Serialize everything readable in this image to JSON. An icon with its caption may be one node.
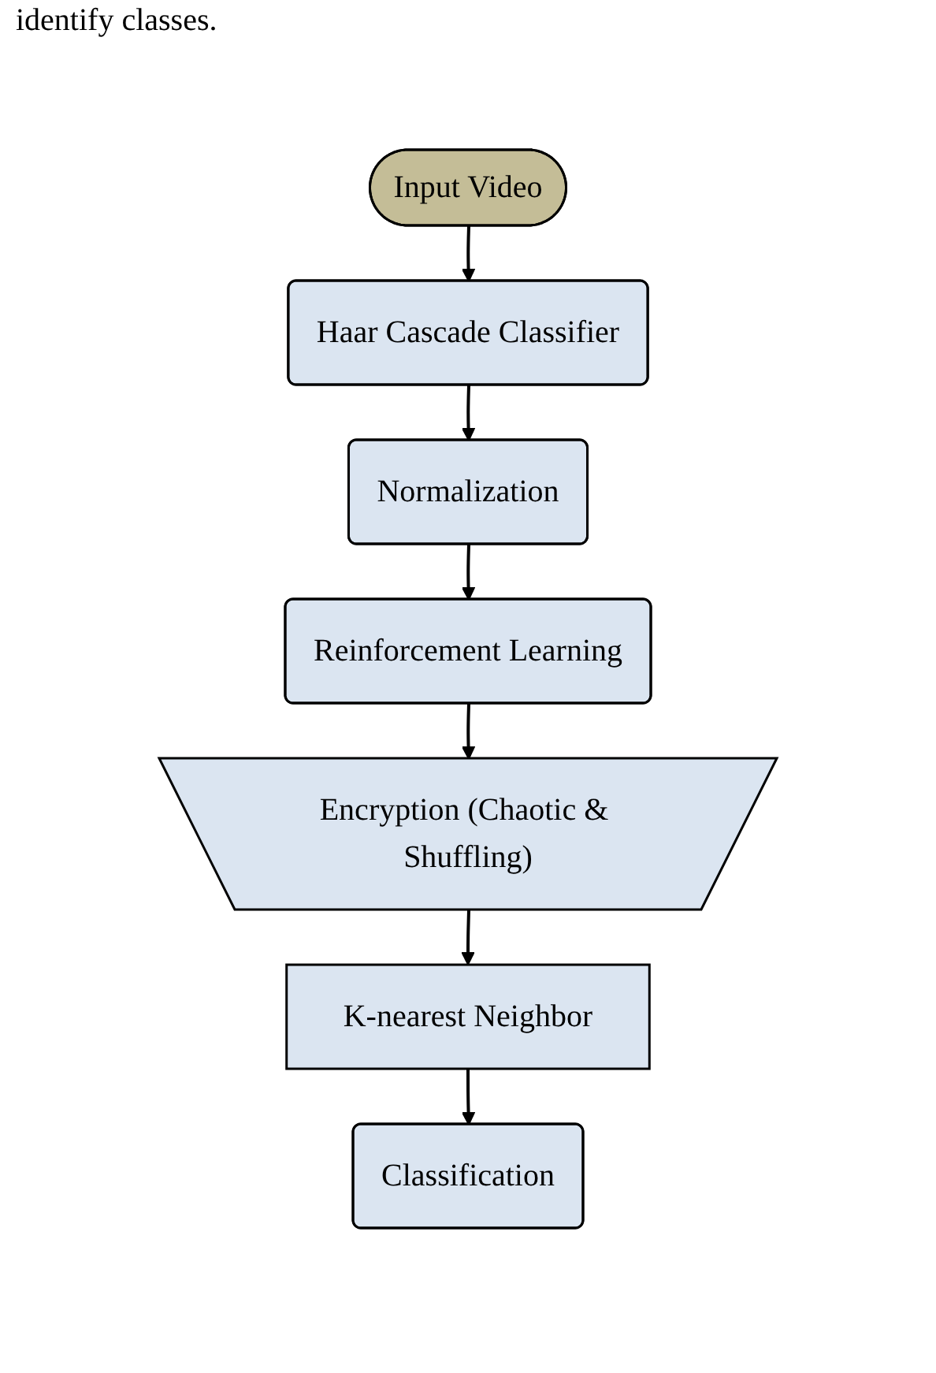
{
  "diagram": {
    "nodes": [
      {
        "text": [
          "Input Video"
        ]
      },
      {
        "text": [
          "Haar Cascade Classifier"
        ]
      },
      {
        "text": [
          "Normalization"
        ]
      },
      {
        "text": [
          "Reinforcement Learning"
        ]
      },
      {
        "text": [
          "Encryption (Chaotic & Shuffling)"
        ]
      },
      {
        "text": [
          "K-nearest Neighbor"
        ]
      },
      {
        "text": [
          "Classification"
        ]
      }
    ],
    "edges": [
      {
        "from": 0,
        "to": 1,
        "arrow": "to"
      },
      {
        "from": 1,
        "to": 2,
        "arrow": "to"
      },
      {
        "from": 2,
        "to": 3,
        "arrow": "to"
      },
      {
        "from": 3,
        "to": 4,
        "arrow": "to"
      },
      {
        "from": 4,
        "to": 5,
        "arrow": "to"
      },
      {
        "from": 5,
        "to": 6,
        "arrow": "to"
      }
    ],
    "labels": [
      "identify classes."
    ]
  }
}
